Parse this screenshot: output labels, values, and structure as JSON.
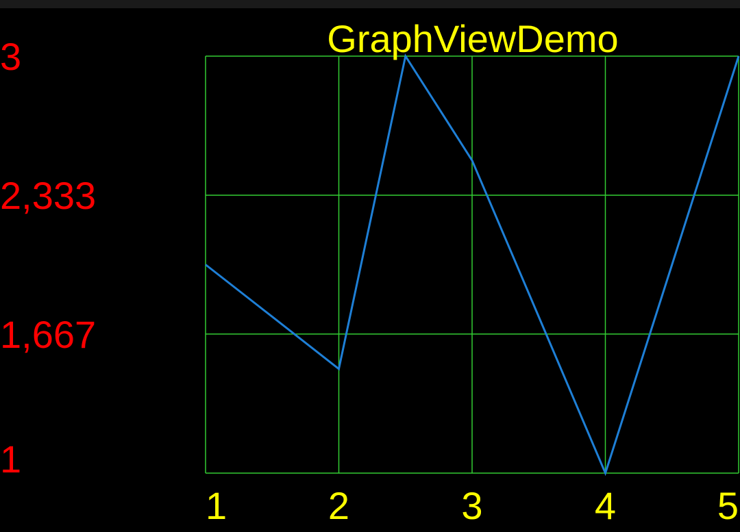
{
  "chart_data": {
    "type": "line",
    "title": "GraphViewDemo",
    "x": [
      1,
      1.5,
      2,
      2.5,
      3,
      3.5,
      4,
      4.5,
      5
    ],
    "series": [
      {
        "values": [
          2.0,
          1.75,
          1.5,
          3.0,
          2.5,
          1.75,
          1.0,
          2.0,
          3.0
        ]
      }
    ],
    "xlim": [
      1,
      5
    ],
    "ylim": [
      1,
      3
    ],
    "x_ticks": [
      {
        "value": 1,
        "label": "1"
      },
      {
        "value": 2,
        "label": "2"
      },
      {
        "value": 3,
        "label": "3"
      },
      {
        "value": 4,
        "label": "4"
      },
      {
        "value": 5,
        "label": "5"
      }
    ],
    "y_ticks": [
      {
        "value": 3,
        "label": "3"
      },
      {
        "value": 2.333,
        "label": "2,333"
      },
      {
        "value": 1.667,
        "label": "1,667"
      },
      {
        "value": 1,
        "label": "1"
      }
    ],
    "grid": true,
    "colors": {
      "background": "#000000",
      "grid": "#33cc33",
      "line": "#1e7fd6",
      "title": "#ffff00",
      "y_labels": "#ff0000",
      "x_labels": "#ffff00"
    }
  }
}
